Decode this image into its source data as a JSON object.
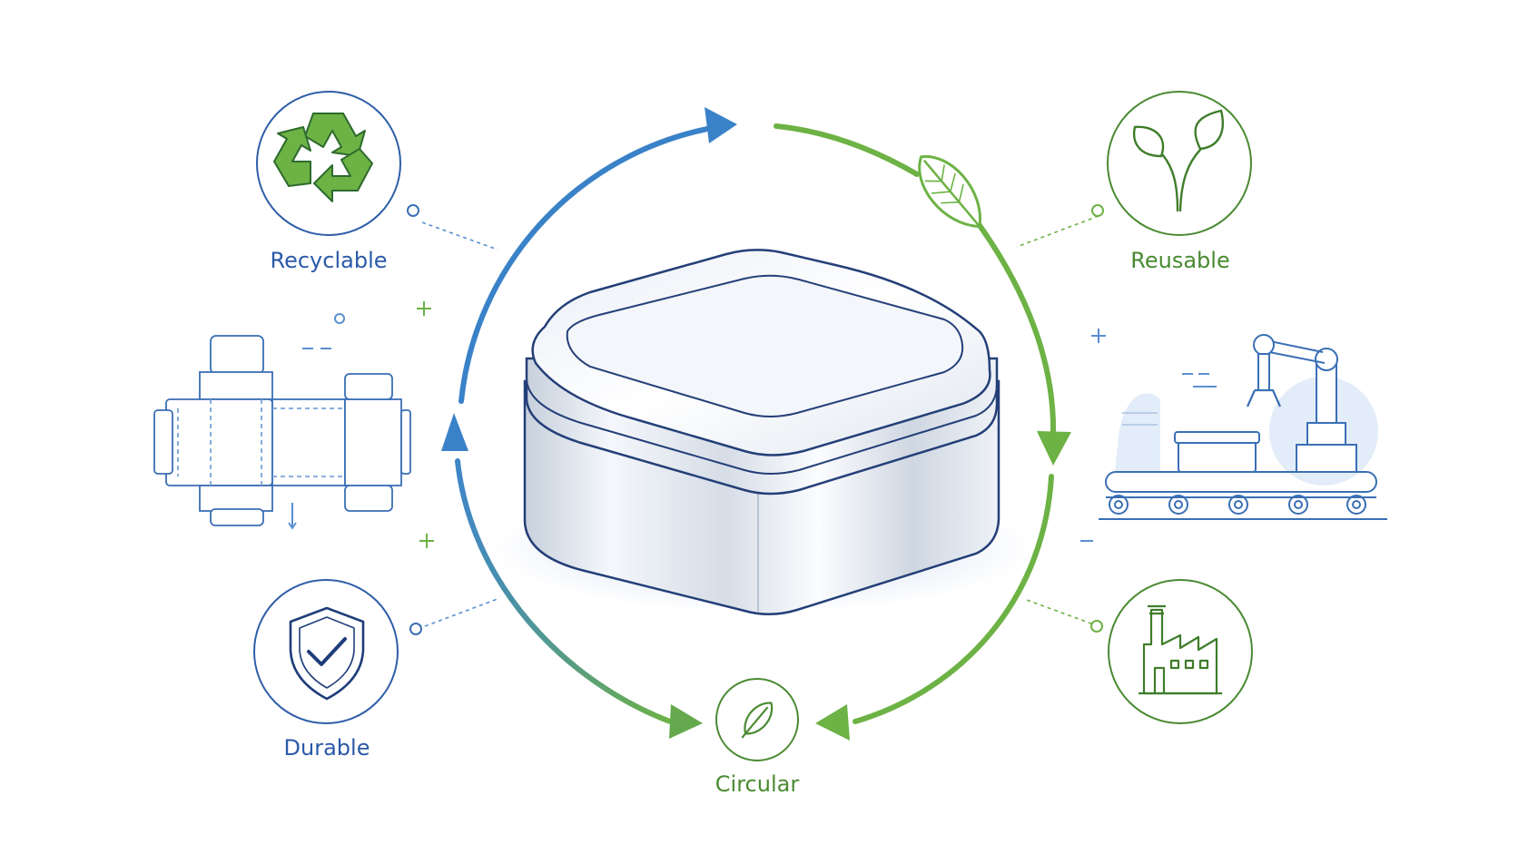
{
  "labels": {
    "recyclable": "Recyclable",
    "reusable": "Reusable",
    "durable": "Durable",
    "circular": "Circular"
  },
  "icons": {
    "recyclable": "recycle-icon",
    "reusable": "sprout-leaves-icon",
    "durable": "shield-check-icon",
    "factory": "factory-icon",
    "circular": "leaf-icon",
    "cycle_leaf": "leaf-icon",
    "dieline": "box-dieline-illustration",
    "conveyor": "conveyor-robot-arm-illustration",
    "product": "metal-tin-box-illustration"
  },
  "colors": {
    "blue": "#3a82c8",
    "navy": "#1f3d7a",
    "green": "#6db245",
    "dark_green": "#4a8a32",
    "line_blue": "#5a8fd0",
    "pale_blue": "#e3edf9"
  }
}
